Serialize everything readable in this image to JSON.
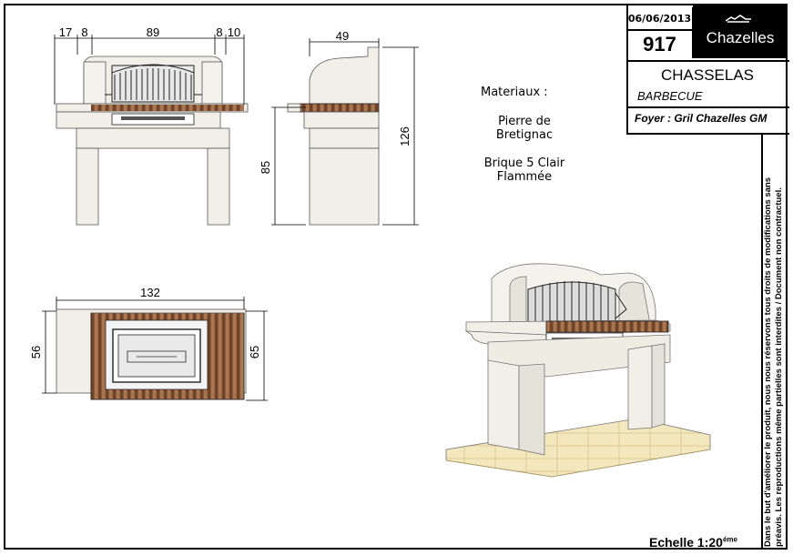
{
  "title_block": {
    "date": "06/06/2013",
    "number": "917",
    "brand": "Chazelles",
    "product_name": "CHASSELAS",
    "category": "BARBECUE",
    "foyer": "Foyer : Gril Chazelles GM"
  },
  "materials": {
    "heading": "Materiaux :",
    "stone": "Pierre de",
    "stone_2": "Bretignac",
    "brick": "Brique 5 Clair",
    "brick_2": "Flammée"
  },
  "dimensions": {
    "front_17": "17",
    "front_8a": "8",
    "front_89": "89",
    "front_8b": "8",
    "front_10": "10",
    "side_49": "49",
    "side_85": "85",
    "side_126": "126",
    "top_132": "132",
    "top_56": "56",
    "top_65": "65"
  },
  "disclaimer": {
    "line1": "Dans le but d'améliorer le produit, nous nous réservons tous droits de modifications sans",
    "line2": "préavis. Les reproductions même partielles sont interdites / Document non contractuel."
  },
  "scale": {
    "label": "Echelle 1:20",
    "suffix": "éme"
  },
  "colors": {
    "brick": "#8a5a3c",
    "stone": "#f1efe8",
    "floor": "#f3e7bd"
  }
}
